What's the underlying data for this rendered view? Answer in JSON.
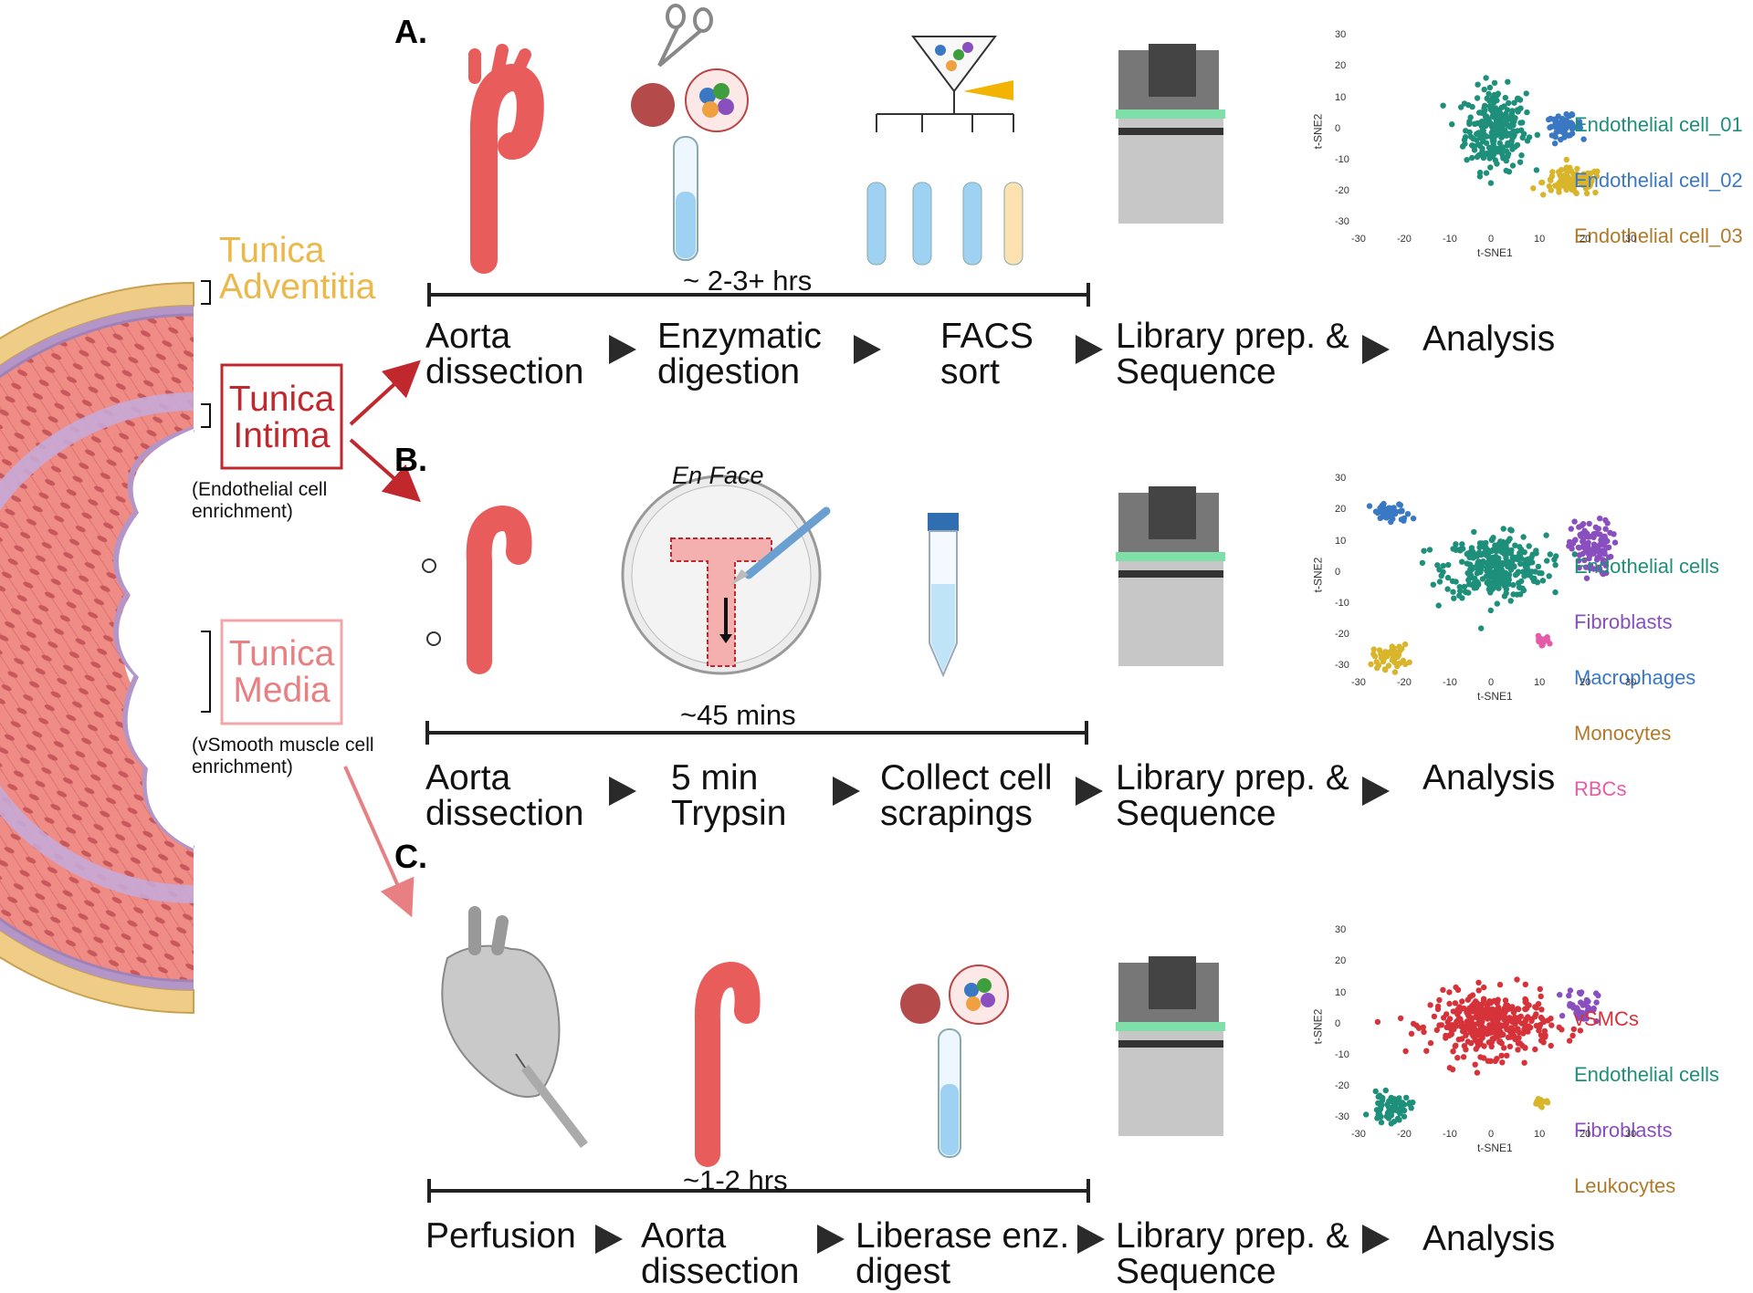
{
  "colors": {
    "adventitia": "#ECB84A",
    "intima": "#C0282E",
    "media": "#E87F82",
    "arrow_dark": "#222222",
    "teal": "#1E8F7A",
    "blue": "#3A78C4",
    "gold": "#D9B52C",
    "purple": "#8A4FBF",
    "pink": "#E45CA8",
    "red": "#D6323A",
    "orange_brown": "#B07A2A",
    "green": "#3E9E3E",
    "aorta": "#E85C5C"
  },
  "layers": {
    "adventitia": "Tunica\nAdventitia",
    "intima": "Tunica\nIntima",
    "intima_note": "(Endothelial cell\nenrichment)",
    "media": "Tunica\nMedia",
    "media_note": "(vSmooth muscle cell\nenrichment)"
  },
  "panels": [
    {
      "label": "A.",
      "duration": "~ 2-3+ hrs",
      "steps": [
        "Aorta\ndissection",
        "Enzymatic\ndigestion",
        "FACS\nsort",
        "Library prep. &\nSequence",
        "Analysis"
      ],
      "icons": [
        "aorta-icon",
        "scissors-icon",
        "tissue-digest-icon",
        "facs-sorter-icon",
        "sequencer-icon"
      ],
      "legend": [
        "Endothelial cell_01",
        "Endothelial cell_02",
        "Endothelial cell_03"
      ]
    },
    {
      "label": "B.",
      "duration": "~45 mins",
      "enface": "En Face",
      "steps": [
        "Aorta\ndissection",
        "5 min\nTrypsin",
        "Collect cell\nscrapings",
        "Library prep. &\nSequence",
        "Analysis"
      ],
      "icons": [
        "aorta-clamped-icon",
        "petri-dish-icon",
        "scalpel-icon",
        "conical-tube-icon",
        "sequencer-icon"
      ],
      "legend": [
        "Endothelial cells",
        "Fibroblasts",
        "Macrophages",
        "Monocytes",
        "RBCs"
      ]
    },
    {
      "label": "C.",
      "duration": "~1-2 hrs",
      "steps": [
        "Perfusion",
        "Aorta\ndissection",
        "Liberase enz.\ndigest",
        "Library prep. &\nSequence",
        "Analysis"
      ],
      "icons": [
        "heart-icon",
        "syringe-icon",
        "aorta-icon",
        "tissue-digest-icon",
        "sequencer-icon"
      ],
      "legend": [
        "vSMCs",
        "Endothelial cells",
        "Fibroblasts",
        "Leukocytes"
      ]
    }
  ],
  "tsne": {
    "xlabel": "t-SNE1",
    "ylabel": "t-SNE2",
    "xticks": [
      "-30",
      "-20",
      "-10",
      "0",
      "10",
      "20",
      "30"
    ],
    "yticks": [
      "30",
      "20",
      "10",
      "0",
      "-10",
      "-20",
      "-30"
    ]
  },
  "chart_data": [
    {
      "type": "scatter",
      "xlabel": "t-SNE1",
      "ylabel": "t-SNE2",
      "xlim": [
        -30,
        30
      ],
      "ylim": [
        -33,
        31
      ],
      "series": [
        {
          "name": "Endothelial cell_01",
          "color": "#1E8F7A",
          "cx": 0,
          "cy": 0,
          "sx": 6,
          "sy": 12,
          "n": 260
        },
        {
          "name": "Endothelial cell_02",
          "color": "#3A78C4",
          "cx": 15,
          "cy": 1,
          "sx": 3.5,
          "sy": 3,
          "n": 60
        },
        {
          "name": "Endothelial cell_03",
          "color": "#D9B52C",
          "cx": 17,
          "cy": -17,
          "sx": 6,
          "sy": 4,
          "n": 110
        }
      ]
    },
    {
      "type": "scatter",
      "xlabel": "t-SNE1",
      "ylabel": "t-SNE2",
      "xlim": [
        -30,
        30
      ],
      "ylim": [
        -33,
        31
      ],
      "series": [
        {
          "name": "Endothelial cells",
          "color": "#1E8F7A",
          "cx": 0,
          "cy": 2,
          "sx": 10,
          "sy": 9,
          "n": 330
        },
        {
          "name": "Fibroblasts",
          "color": "#8A4FBF",
          "cx": 21,
          "cy": 8,
          "sx": 4,
          "sy": 8,
          "n": 110
        },
        {
          "name": "Macrophages",
          "color": "#3A78C4",
          "cx": -23,
          "cy": 19,
          "sx": 4,
          "sy": 3,
          "n": 45
        },
        {
          "name": "Monocytes",
          "color": "#D9B52C",
          "cx": -23,
          "cy": -27,
          "sx": 3.5,
          "sy": 3.5,
          "n": 45
        },
        {
          "name": "RBCs",
          "color": "#E45CA8",
          "cx": 10,
          "cy": -22,
          "sx": 1.6,
          "sy": 1.4,
          "n": 18
        }
      ]
    },
    {
      "type": "scatter",
      "xlabel": "t-SNE1",
      "ylabel": "t-SNE2",
      "xlim": [
        -30,
        30
      ],
      "ylim": [
        -33,
        31
      ],
      "series": [
        {
          "name": "vSMCs",
          "color": "#D6323A",
          "cx": -1,
          "cy": 0,
          "sx": 12,
          "sy": 9,
          "n": 380
        },
        {
          "name": "Endothelial cells",
          "color": "#1E8F7A",
          "cx": -23,
          "cy": -27,
          "sx": 4,
          "sy": 4,
          "n": 60
        },
        {
          "name": "Fibroblasts",
          "color": "#8A4FBF",
          "cx": 19,
          "cy": 6,
          "sx": 3,
          "sy": 5,
          "n": 45
        },
        {
          "name": "Leukocytes",
          "color": "#D9B52C",
          "cx": 10,
          "cy": -25,
          "sx": 2,
          "sy": 1.3,
          "n": 14
        }
      ]
    }
  ]
}
